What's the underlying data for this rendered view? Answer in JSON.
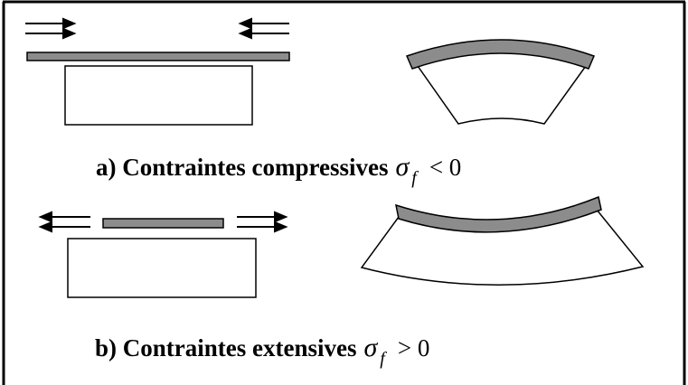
{
  "captions": {
    "a": {
      "text": "a) Contraintes compressives",
      "symbol": "σ",
      "subscript": "f",
      "relation": "< 0"
    },
    "b": {
      "text": "b) Contraintes extensives",
      "symbol": "σ",
      "subscript": "f",
      "relation": "> 0"
    }
  },
  "colors": {
    "film": "#8c8c8c",
    "stroke": "#000000",
    "background": "#ffffff"
  }
}
